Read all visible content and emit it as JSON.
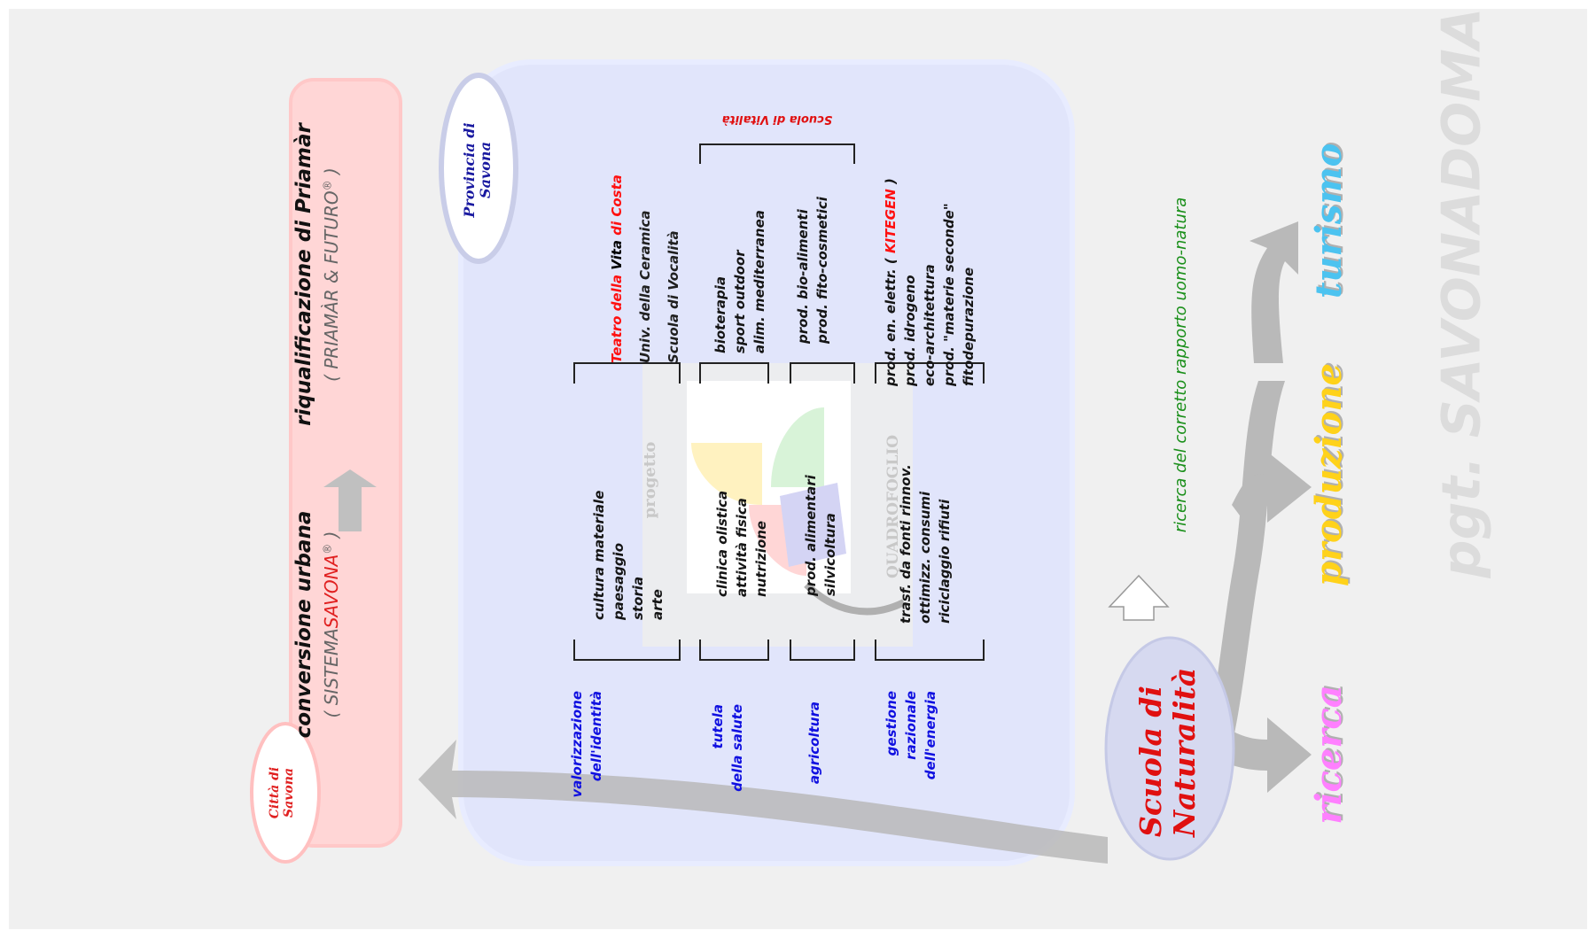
{
  "watermark": "pgt. SAVONADOMANI",
  "citta": {
    "badge": "Città di Savona",
    "left_title": "conversione  urbana",
    "left_sub_prefix": "( SISTEMA",
    "left_sub_red": "SAVONA",
    "left_sub_mark": "®",
    "left_sub_close": " )",
    "right_title": "riqualificazione di Priamàr",
    "right_sub_prefix": "( PRIAMÀR & FUTURO",
    "right_sub_mark": "®",
    "right_sub_close": " )"
  },
  "provincia": {
    "badge": "Provincia di Savona"
  },
  "logo": {
    "word1": "progetto",
    "word2": "QUADROFOGLIO"
  },
  "categories": [
    {
      "label1": "valorizzazione",
      "label2": "dell'identità",
      "items": [
        "cultura materiale",
        "paesaggio",
        "storia",
        "arte"
      ],
      "outcomes_html": [
        {
          "parts": [
            {
              "t": "Teatro della ",
              "c": "#ff1010"
            },
            {
              "t": "Vita",
              "c": "#000000"
            },
            {
              "t": " di Costa",
              "c": "#ff1010"
            }
          ]
        },
        {
          "parts": [
            {
              "t": "Univ. della Ceramica",
              "c": "#202020"
            }
          ]
        },
        {
          "parts": [
            {
              "t": "Scuola di Vocalità",
              "c": "#202020"
            }
          ]
        }
      ]
    },
    {
      "label1": "tutela",
      "label2": "della salute",
      "items": [
        "clinica olistica",
        "attività fisica",
        "nutrizione"
      ],
      "outcomes": [
        "bioterapia",
        "sport outdoor",
        "alim. mediterranea"
      ]
    },
    {
      "label1": "agricoltura",
      "label2": "",
      "items": [
        "prod. alimentari",
        "silvicoltura"
      ],
      "outcomes": [
        "prod. bio-alimenti",
        "prod. fito-cosmetici"
      ]
    },
    {
      "label1": "gestione",
      "label2": "razionale",
      "label3": "dell'energia",
      "items": [
        "trasf. da fonti rinnov.",
        "ottimizz. consumi",
        "riciclaggio rifiuti"
      ],
      "outcome_first_prefix": "prod. en. elettr. ( ",
      "outcome_first_red": "KITEGEN",
      "outcome_first_suffix": " )",
      "outcomes": [
        "prod. idrogeno",
        "eco-architettura",
        "prod. \"materie seconde\"",
        "fitodepurazione"
      ]
    }
  ],
  "scuola_vitalita": "Scuola  di  Vitalità",
  "ricerca_rapporto": "ricerca del corretto rapporto uomo-natura",
  "scuola_naturalita": {
    "line1": "Scuola  di",
    "line2": "Naturalità"
  },
  "outputs": [
    {
      "label": "ricerca",
      "color": "#ff80ff"
    },
    {
      "label": "produzione",
      "color": "#ffd21a"
    },
    {
      "label": "turismo",
      "color": "#4cc3f0"
    }
  ]
}
